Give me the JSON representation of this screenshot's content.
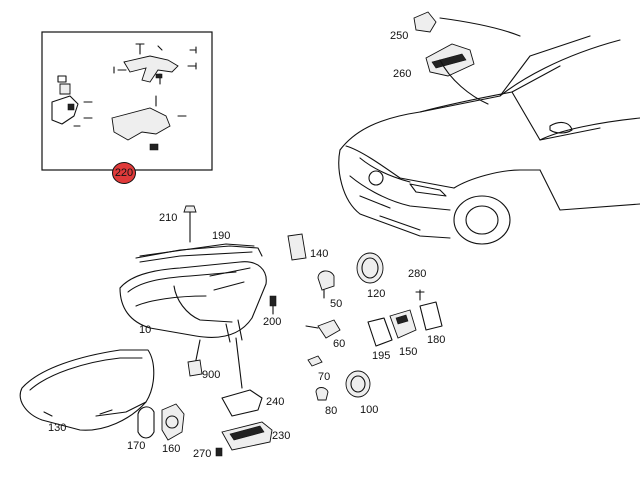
{
  "inset": {
    "highlight_color": "#e03a3a"
  },
  "parts": {
    "p10": "10",
    "p50": "50",
    "p60": "60",
    "p70": "70",
    "p80": "80",
    "p100": "100",
    "p120": "120",
    "p130": "130",
    "p140": "140",
    "p150": "150",
    "p160": "160",
    "p170": "170",
    "p180": "180",
    "p190": "190",
    "p195": "195",
    "p200": "200",
    "p210": "210",
    "p220": "220",
    "p230": "230",
    "p240": "240",
    "p250": "250",
    "p260": "260",
    "p270": "270",
    "p280": "280",
    "p900": "900"
  }
}
